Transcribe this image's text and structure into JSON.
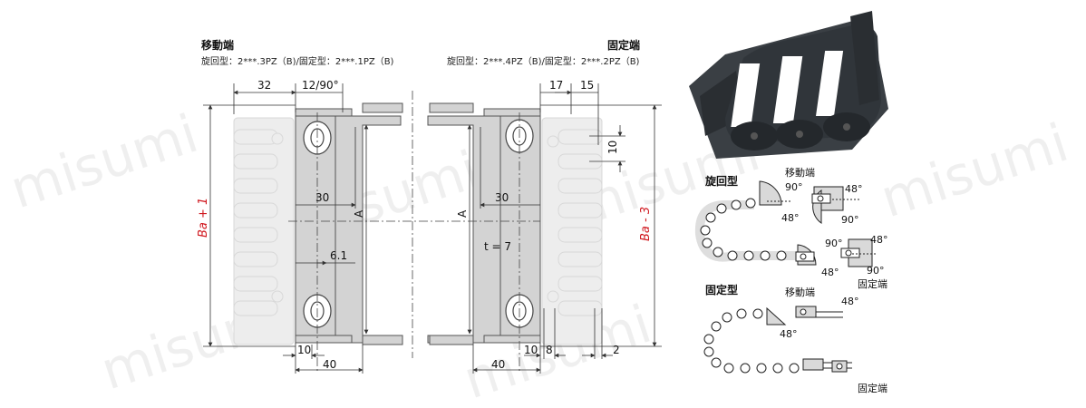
{
  "left_header": {
    "title": "移動端",
    "subtitle": "旋回型：2***.3PZ（B)/固定型：2***.1PZ（B)"
  },
  "right_header": {
    "title": "固定端",
    "subtitle": "旋回型：2***.4PZ（B)/固定型：2***.2PZ（B)"
  },
  "dims_left": {
    "d32": "32",
    "d12_90": "12/90°",
    "d30": "30",
    "dA": "A",
    "d6_1": "6.1",
    "d10": "10",
    "d40": "40",
    "ba_plus": "Ba + 1"
  },
  "dims_right": {
    "d17": "17",
    "d15": "15",
    "d10v": "10",
    "d30": "30",
    "dA": "A",
    "t7": "t = 7",
    "d10": "10",
    "d8": "8",
    "d2": "2",
    "d40": "40",
    "ba_minus": "Ba - 3"
  },
  "legend": {
    "rotary_title": "旋回型",
    "fixed_title": "固定型",
    "moving_end_1": "移動端",
    "moving_end_2": "移動端",
    "fixed_end_1": "固定端",
    "fixed_end_2": "固定端",
    "a90_1": "90°",
    "a48_1": "48°",
    "a48_2": "48°",
    "a90_2": "90°",
    "a90_3": "90°",
    "a48_3": "48°",
    "a48_4": "48°",
    "a90_4": "90°",
    "a48_5": "48°",
    "a48_6": "48°"
  },
  "watermark": "misumi",
  "colors": {
    "plate": "#d4d4d4",
    "ghost": "#ececec",
    "line": "#333333",
    "accent_red": "#d0181f",
    "chain": "#2b2f33"
  }
}
